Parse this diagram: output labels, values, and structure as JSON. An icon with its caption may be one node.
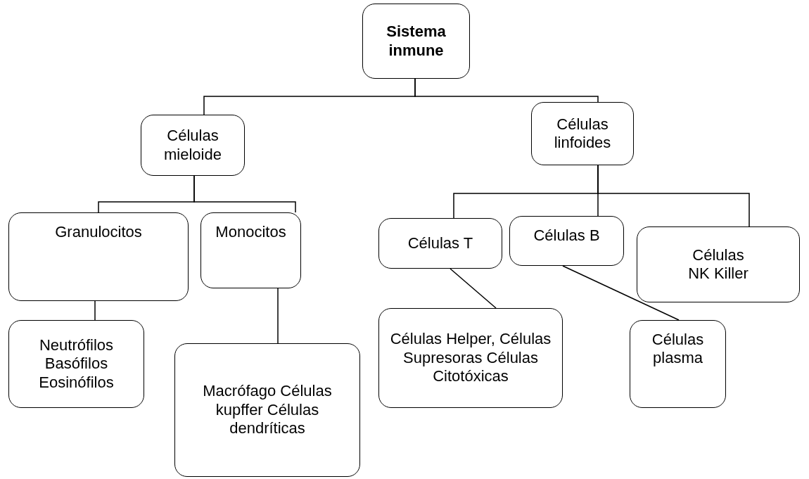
{
  "diagram": {
    "nodes": [
      {
        "text": [
          "Sistema inmune"
        ]
      },
      {
        "text": [
          "Células mieloide"
        ]
      },
      {
        "text": [
          "Células linfoides"
        ]
      },
      {
        "text": [
          "Granulocitos"
        ]
      },
      {
        "text": [
          "Monocitos"
        ]
      },
      {
        "text": [
          "Células T"
        ]
      },
      {
        "text": [
          "Células B"
        ]
      },
      {
        "text": [
          "Células NK Killer"
        ]
      },
      {
        "text": [
          "Neutrófilos Basófilos Eosinófilos"
        ]
      },
      {
        "text": [
          "Macrófago Células kupffer Células dendríticas"
        ]
      },
      {
        "text": [
          "Células Helper, Células Supresoras Células Citotóxicas"
        ]
      },
      {
        "text": [
          "Células plasma"
        ]
      }
    ],
    "edges": [
      {
        "from": 0,
        "to": 1,
        "arrow": "none"
      },
      {
        "from": 0,
        "to": 2,
        "arrow": "none"
      },
      {
        "from": 1,
        "to": 3,
        "arrow": "none"
      },
      {
        "from": 1,
        "to": 4,
        "arrow": "none"
      },
      {
        "from": 2,
        "to": 5,
        "arrow": "none"
      },
      {
        "from": 2,
        "to": 6,
        "arrow": "none"
      },
      {
        "from": 2,
        "to": 7,
        "arrow": "none"
      },
      {
        "from": 3,
        "to": 8,
        "arrow": "none"
      },
      {
        "from": 4,
        "to": 9,
        "arrow": "none"
      },
      {
        "from": 5,
        "to": 10,
        "arrow": "none"
      },
      {
        "from": 6,
        "to": 11,
        "arrow": "none"
      }
    ]
  }
}
